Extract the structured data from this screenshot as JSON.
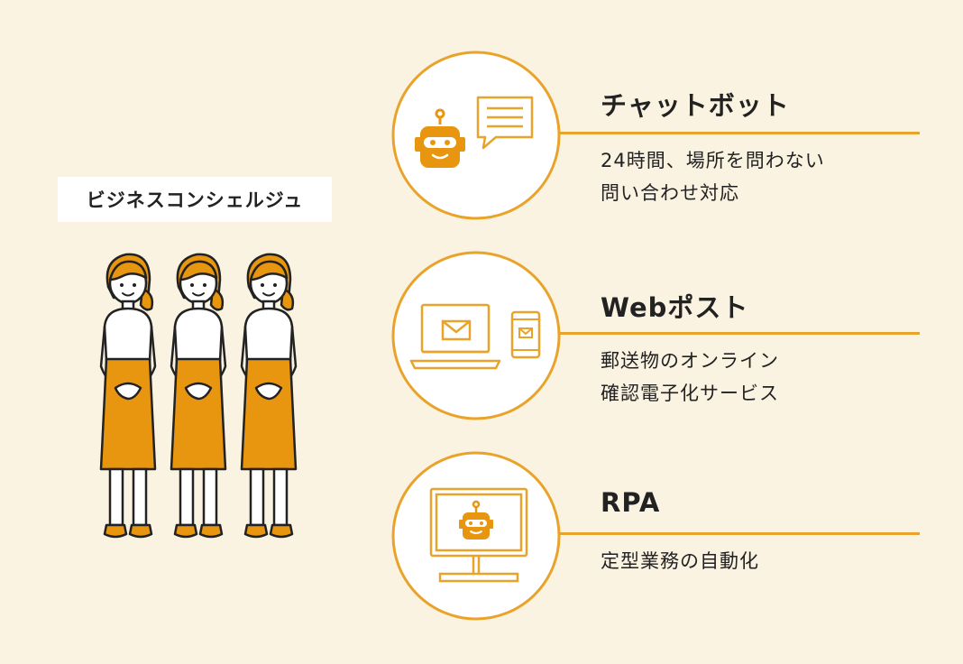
{
  "concierge": {
    "label": "ビジネスコンシェルジュ",
    "count": 3
  },
  "services": [
    {
      "id": "chatbot",
      "title": "チャットボット",
      "desc_lines": [
        "24時間、場所を問わない",
        "問い合わせ対応"
      ],
      "icon": "chatbot-icon"
    },
    {
      "id": "webpost",
      "title": "Webポスト",
      "desc_lines": [
        "郵送物のオンライン",
        "確認電子化サービス"
      ],
      "icon": "laptop-mail-icon"
    },
    {
      "id": "rpa",
      "title": "RPA",
      "desc_lines": [
        "定型業務の自動化"
      ],
      "icon": "monitor-robot-icon"
    }
  ],
  "colors": {
    "accent": "#e9a32b",
    "fill": "#e8960f",
    "background": "#fbf3e2",
    "outline": "#222222"
  }
}
